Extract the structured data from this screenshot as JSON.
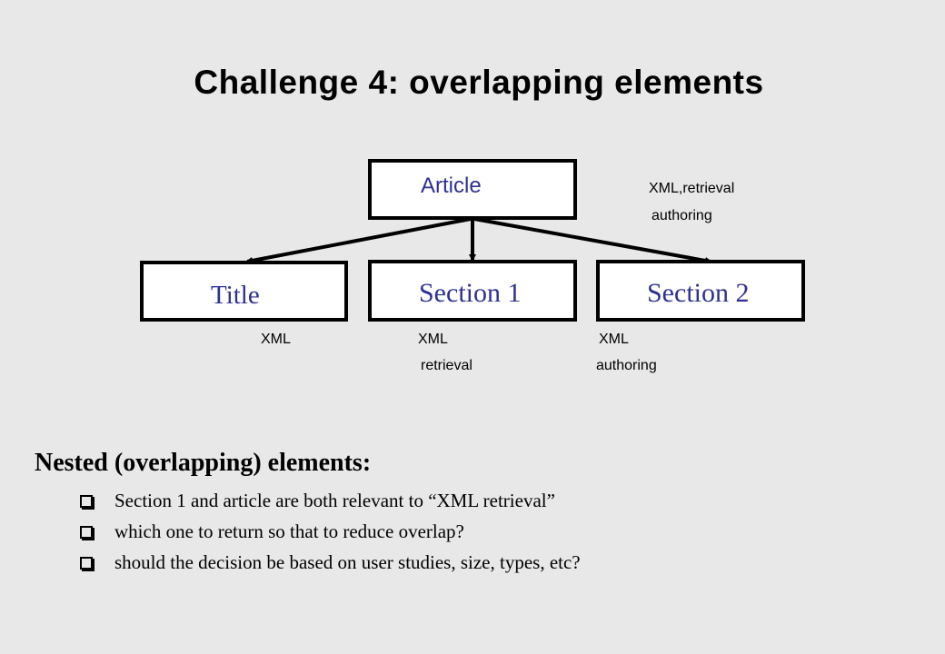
{
  "slide": {
    "title": "Challenge 4: overlapping elements"
  },
  "diagram": {
    "root": {
      "label": "Article",
      "notes": [
        "XML,retrieval",
        "authoring"
      ]
    },
    "children": [
      {
        "label": "Title",
        "notes": [
          "XML"
        ]
      },
      {
        "label": "Section 1",
        "notes": [
          "XML",
          "retrieval"
        ]
      },
      {
        "label": "Section 2",
        "notes": [
          "XML",
          "authoring"
        ]
      }
    ]
  },
  "discussion": {
    "heading": "Nested (overlapping) elements:",
    "bullet_icon": "hollow-square-bullet",
    "bullets": [
      "Section 1 and article are both relevant to “XML retrieval”",
      "which one to return so that to reduce overlap?",
      "should the decision be based on user studies, size, types, etc?"
    ]
  }
}
